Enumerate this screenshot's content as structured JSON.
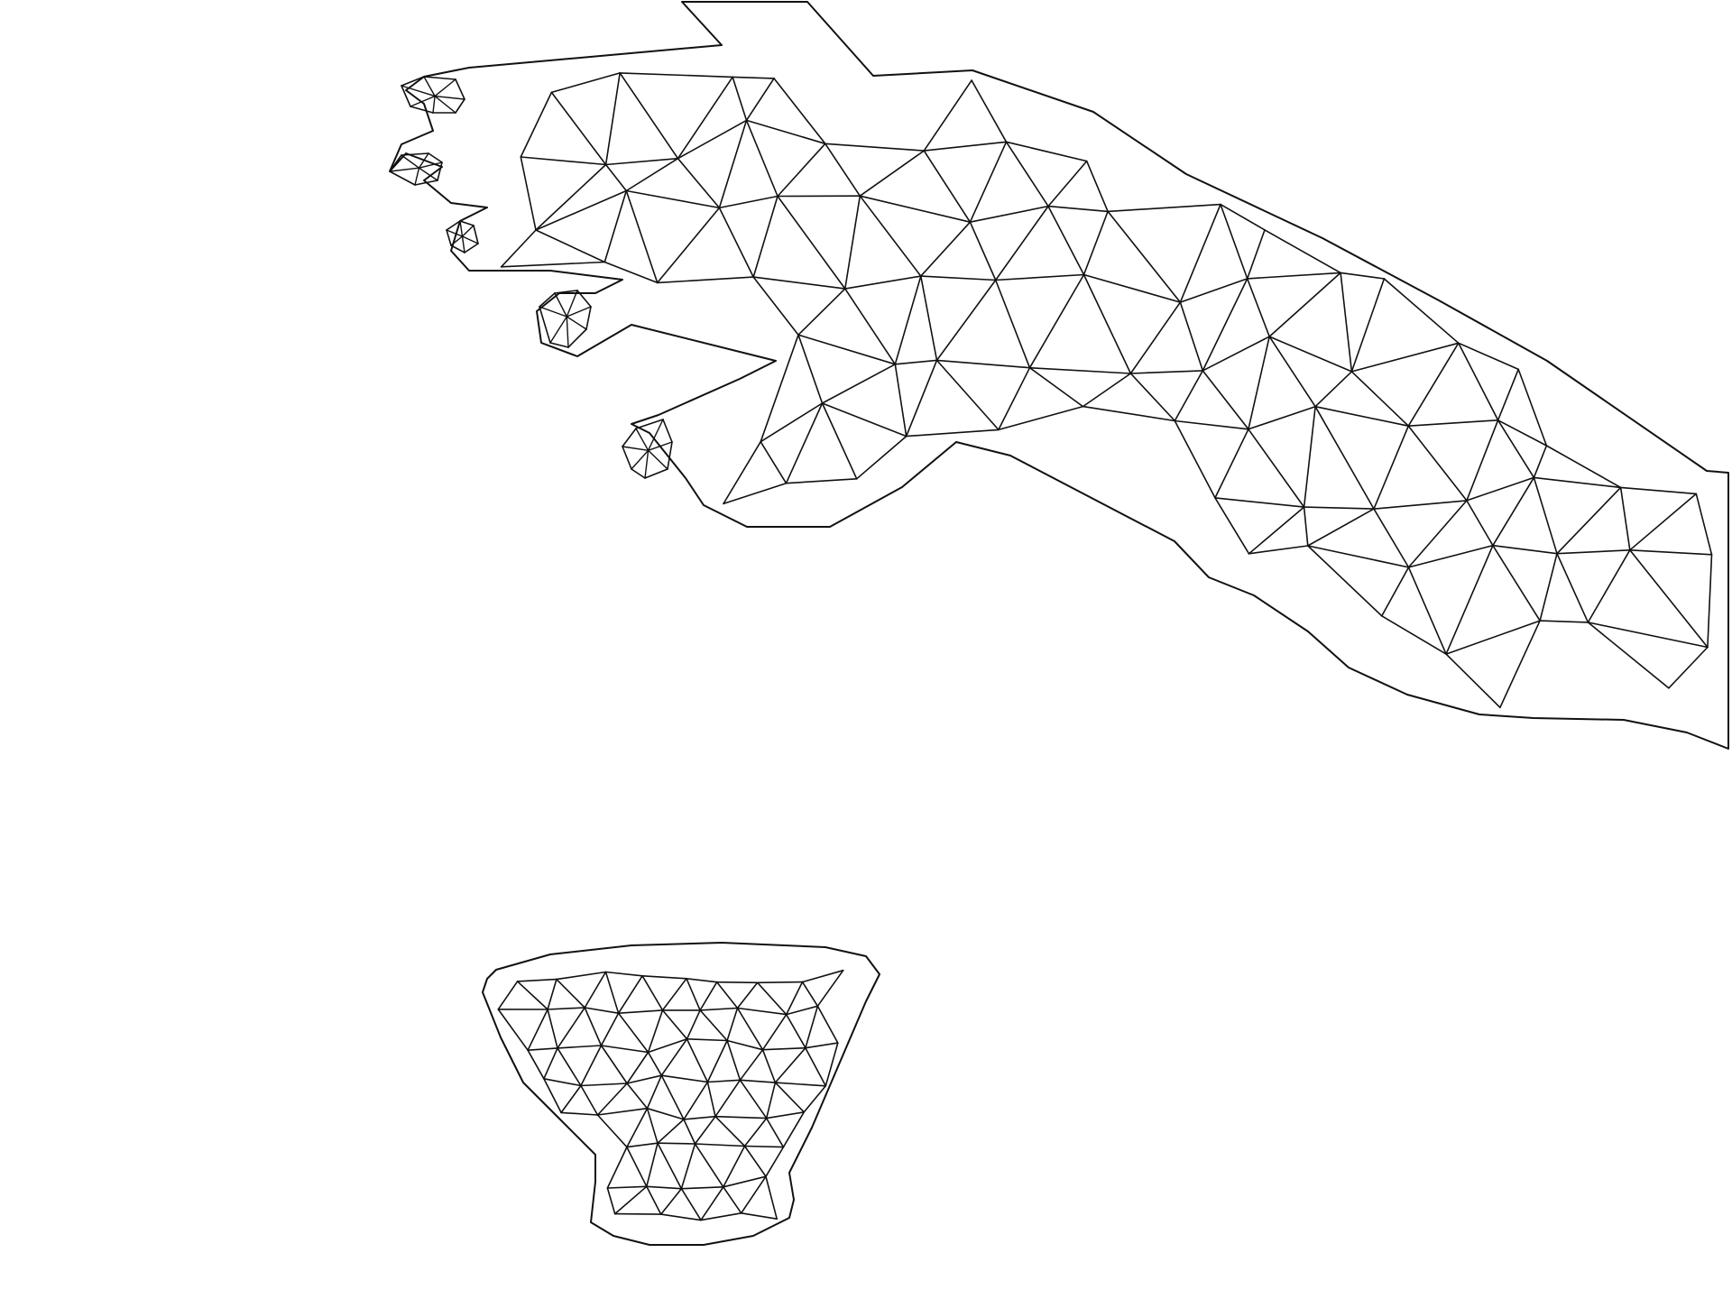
{
  "figure": {
    "background_color": "#ffffff",
    "stroke_color": "#111111",
    "meshes": [
      {
        "id": "hand-mesh",
        "depicts": "hand",
        "kind": "triangular wireframe mesh"
      },
      {
        "id": "cup-mesh",
        "depicts": "cup",
        "kind": "triangular wireframe mesh"
      }
    ]
  }
}
